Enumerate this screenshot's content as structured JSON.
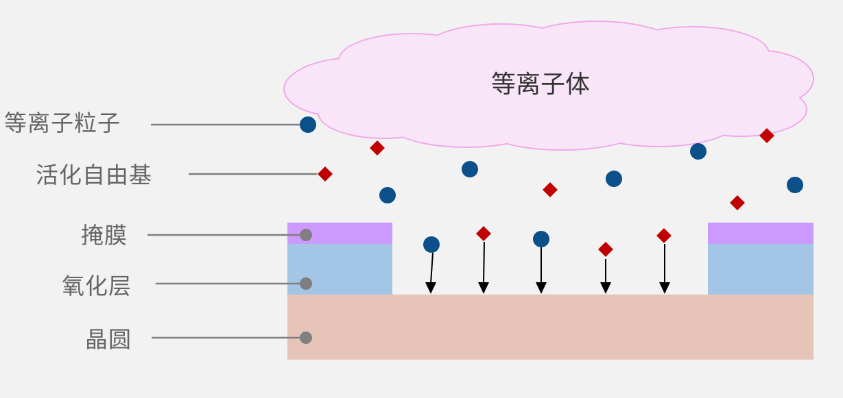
{
  "cloud": {
    "label": "等离子体",
    "fill": "#f8e6f8",
    "stroke": "#f0a8e8"
  },
  "labels": {
    "plasma_particle": "等离子粒子",
    "radical": "活化自由基",
    "mask": "掩膜",
    "oxide": "氧化层",
    "wafer": "晶圆"
  },
  "colors": {
    "mask": "#cc99ff",
    "oxide": "#a3c6e6",
    "wafer": "#e6c4b8",
    "particle": "#0b5088",
    "radical": "#c00000",
    "leader_line": "#7f7f7f",
    "arrow": "#000000"
  },
  "legend_icons": [
    "particle-icon",
    "radical-icon",
    "leader-dot-icon"
  ]
}
